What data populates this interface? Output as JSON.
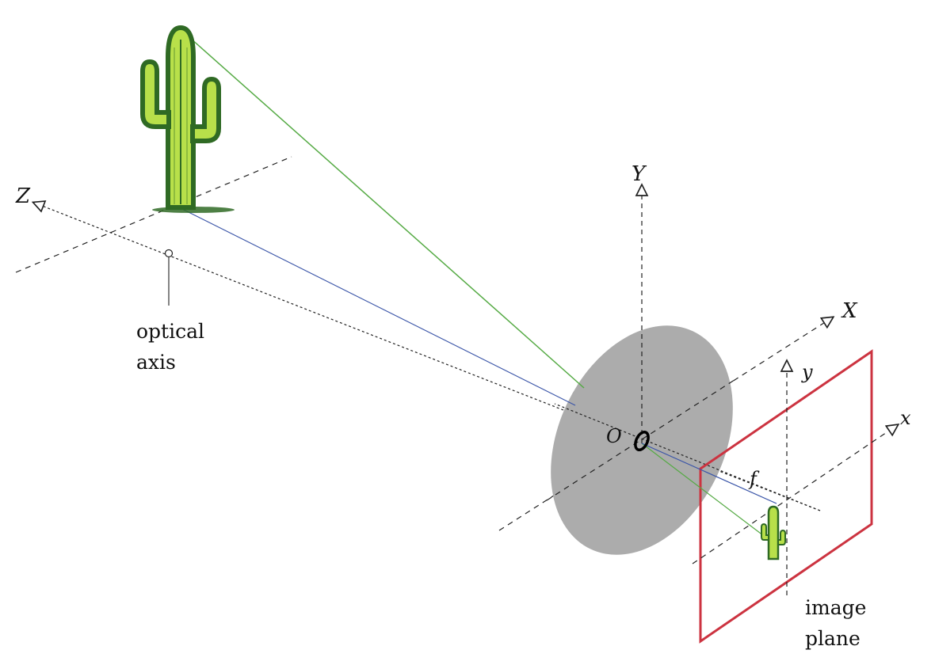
{
  "labels": {
    "axis_z": "Z",
    "axis_y_world": "Y",
    "axis_x_world": "X",
    "axis_y_image": "y",
    "axis_x_image": "x",
    "origin_script": "O",
    "origin_bold": "O",
    "focal_length": "f",
    "optical_axis_line1": "optical",
    "optical_axis_line2": "axis",
    "image_plane_line1": "image",
    "image_plane_line2": "plane"
  },
  "colors": {
    "lens": "#acacac",
    "image_plane": "#cc3340",
    "green_ray": "#55aa44",
    "blue_ray": "#3a55a8",
    "cactus_light": "#b8e04a",
    "cactus_dark": "#2f6a24",
    "axis": "#222222"
  },
  "icons": {
    "object": "cactus-icon",
    "projected_image": "small-cactus-icon",
    "axis_arrow": "open-triangle-arrow-icon"
  }
}
